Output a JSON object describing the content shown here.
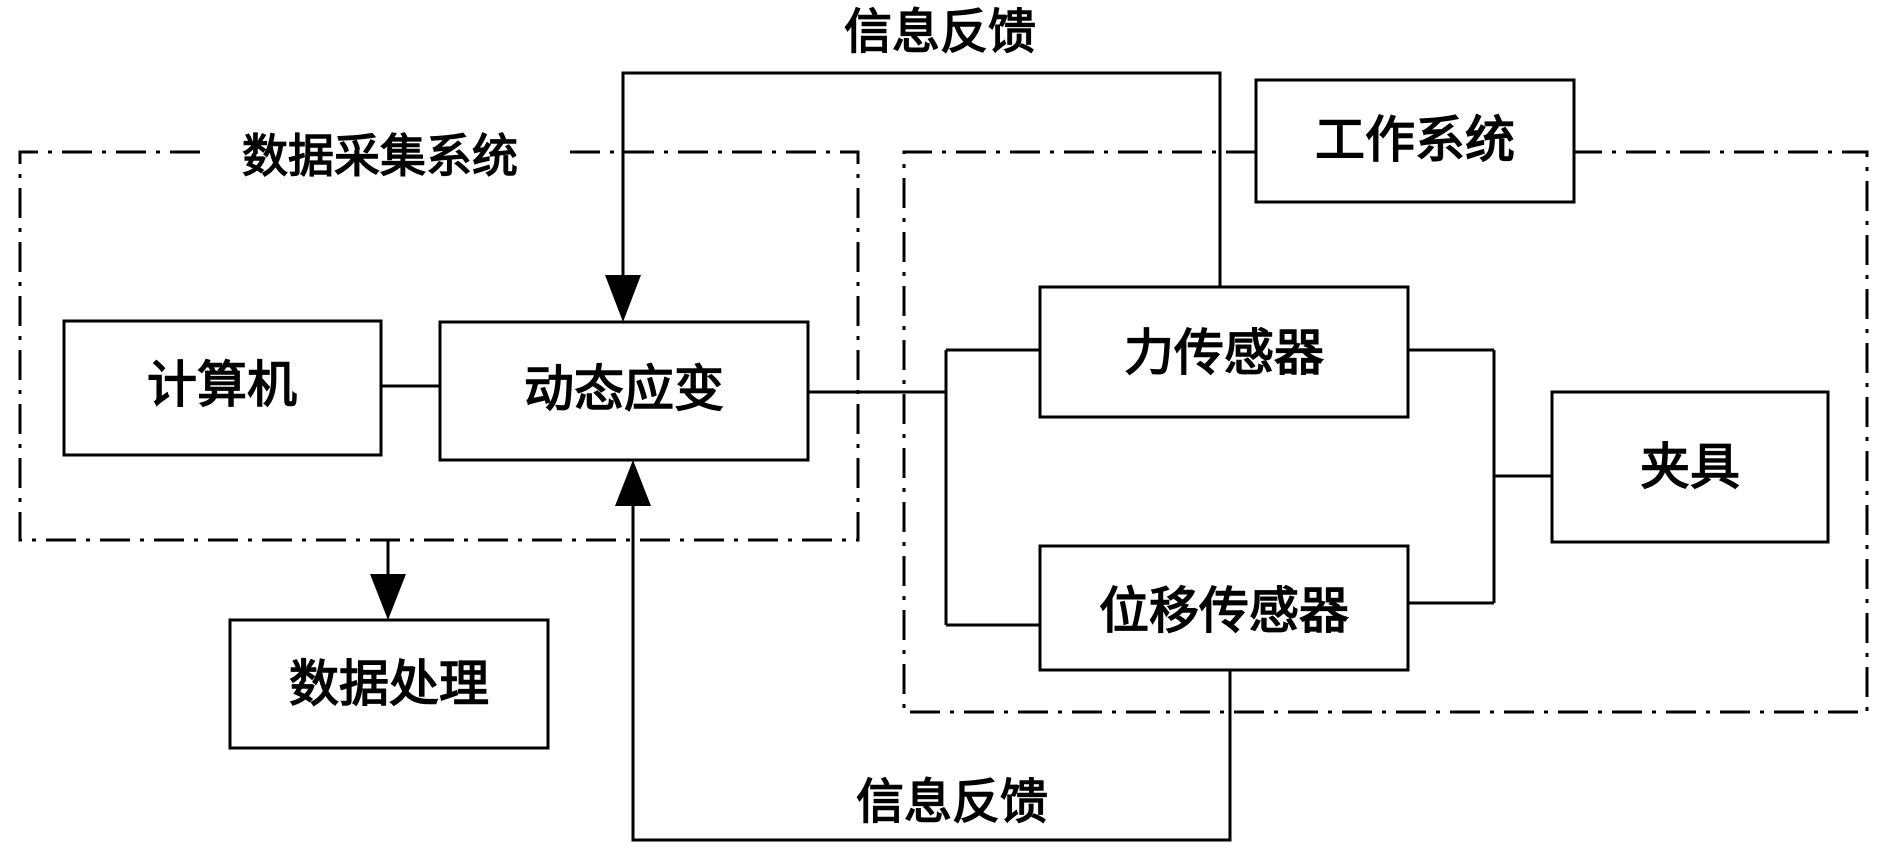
{
  "groups": {
    "data_acquisition": "数据采集系统",
    "work_system": "工作系统"
  },
  "blocks": {
    "computer": "计算机",
    "dynamic_strain": "动态应变",
    "force_sensor": "力传感器",
    "displacement_sensor": "位移传感器",
    "fixture": "夹具",
    "data_processing": "数据处理"
  },
  "feedback": {
    "top": "信息反馈",
    "bottom": "信息反馈"
  },
  "colors": {
    "line": "#000000",
    "background": "#ffffff"
  }
}
